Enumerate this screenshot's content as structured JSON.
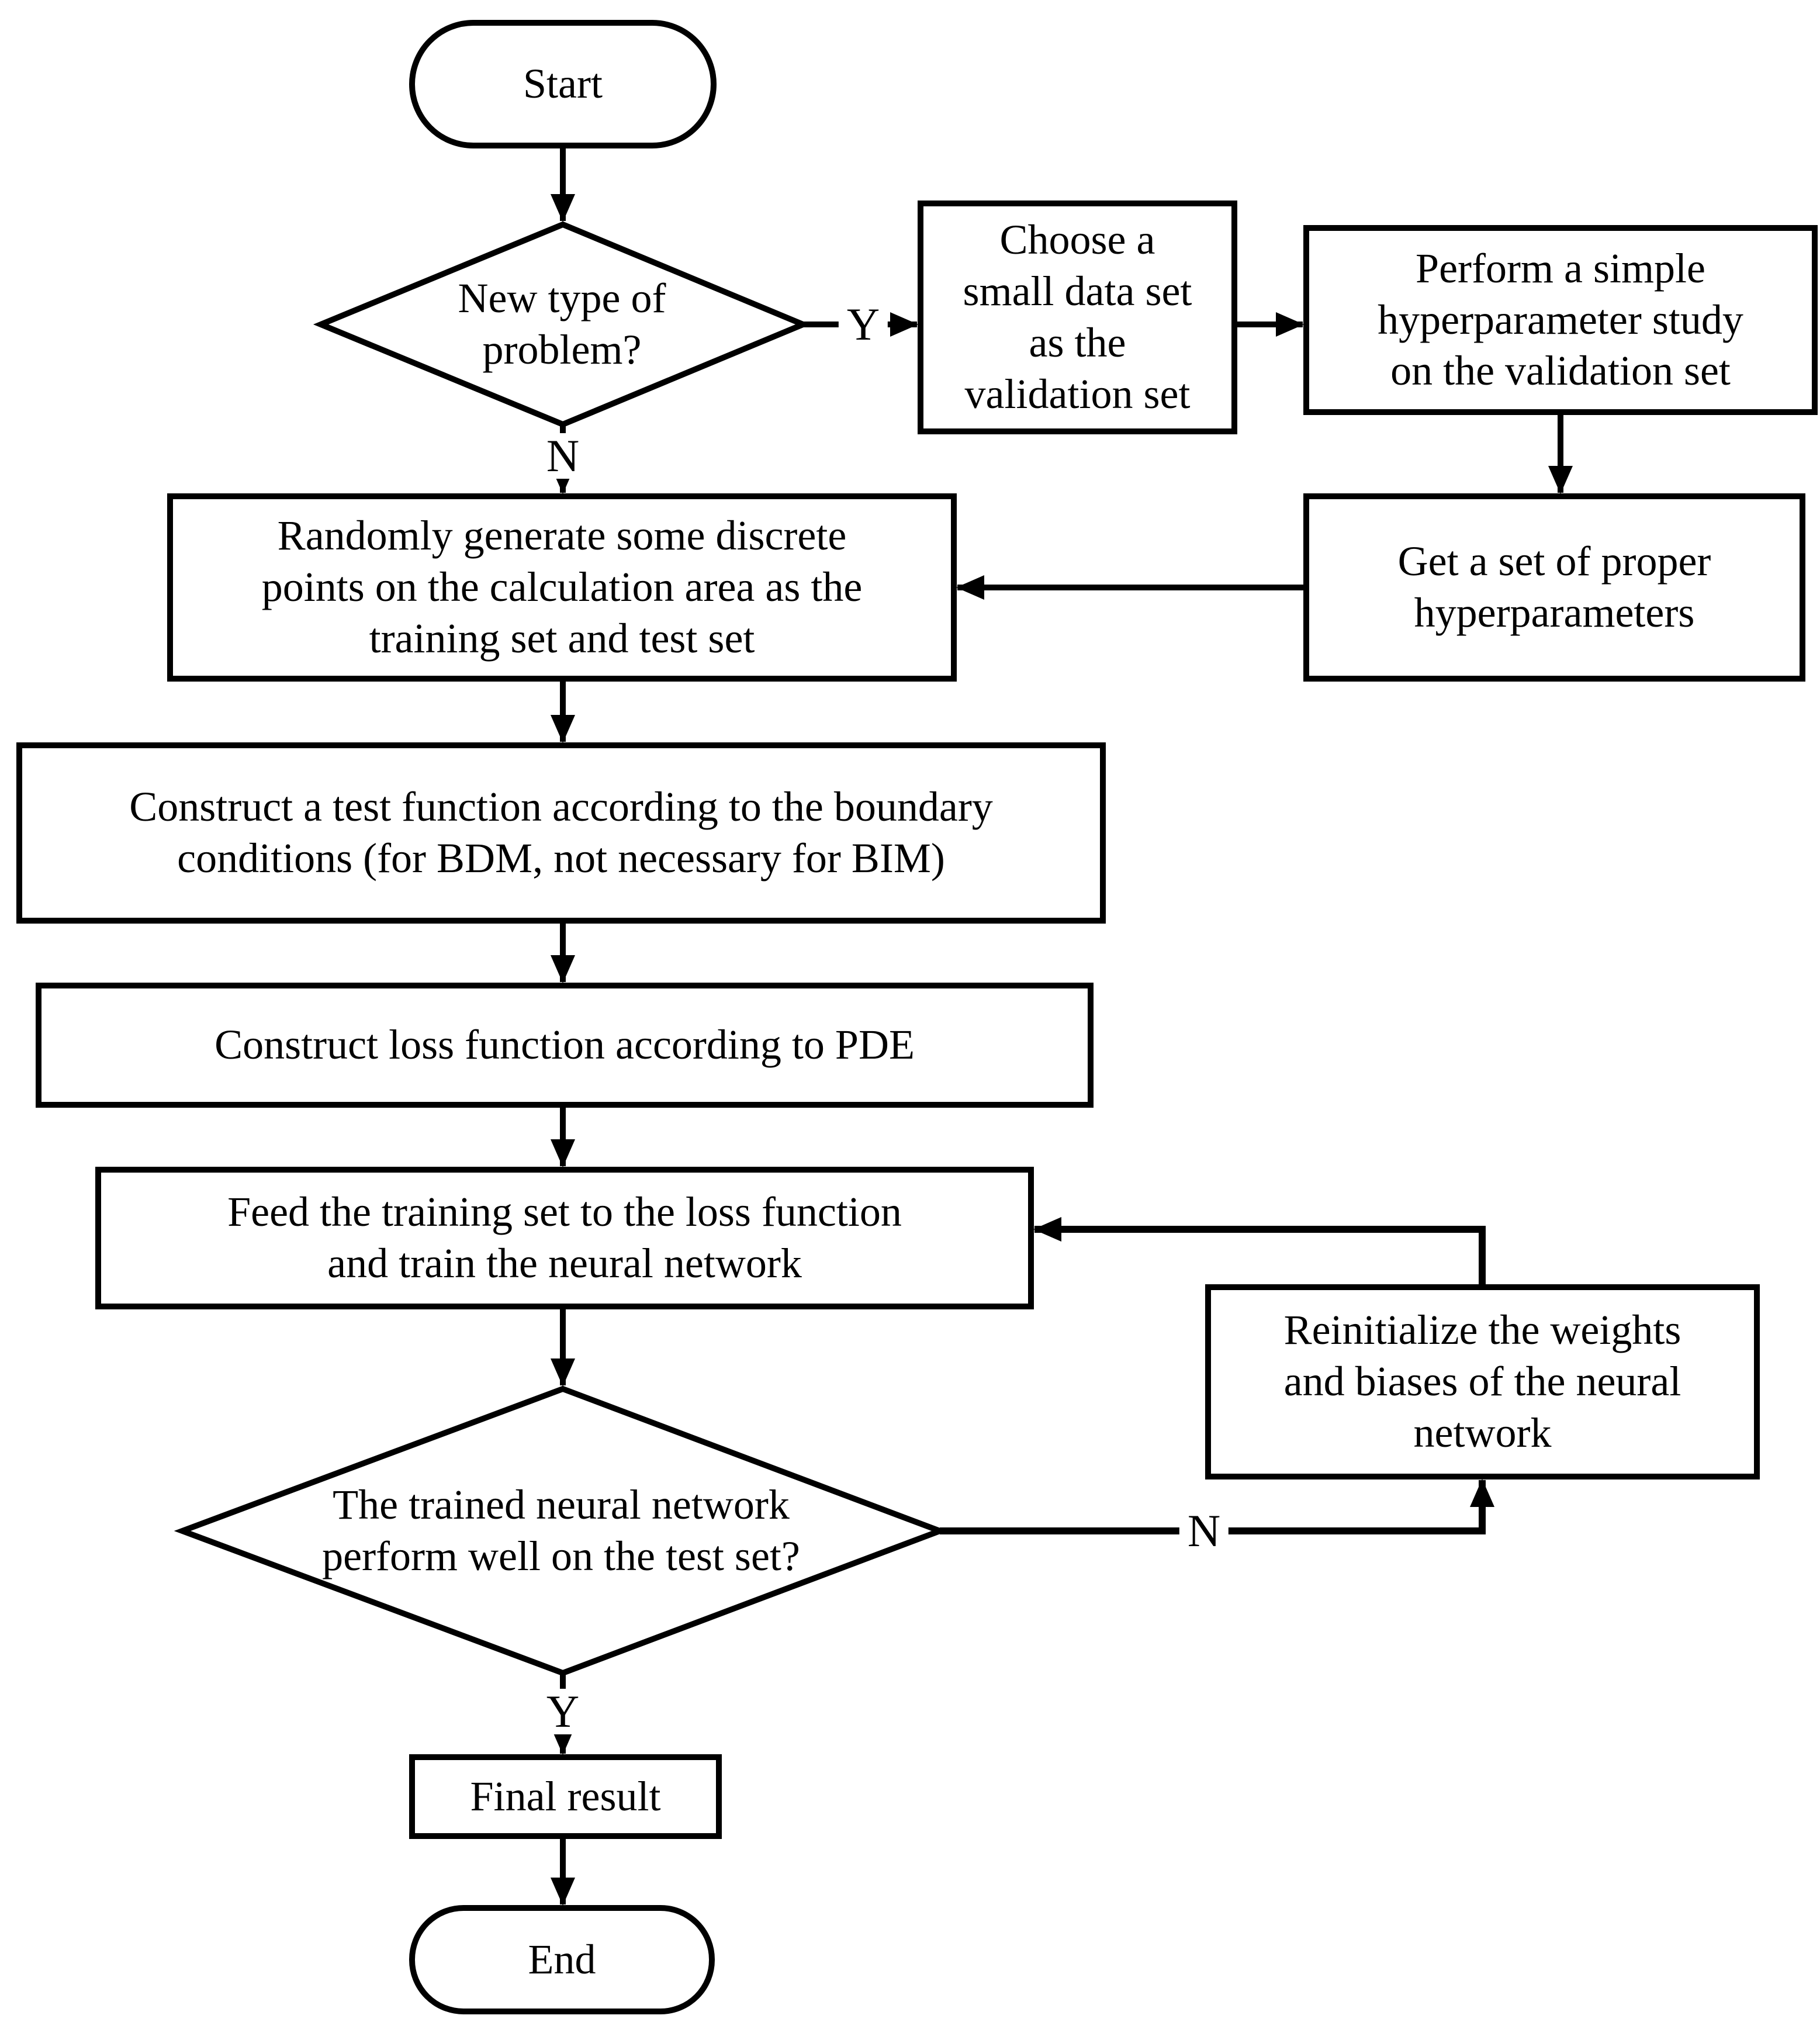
{
  "diagram": {
    "type": "flowchart",
    "colors": {
      "stroke": "#000000",
      "fill": "#ffffff",
      "text": "#000000"
    },
    "nodes": {
      "start": {
        "type": "terminator",
        "label": "Start"
      },
      "new_problem": {
        "type": "decision",
        "label": "New type of\nproblem?"
      },
      "choose_validation": {
        "type": "process",
        "label": "Choose a\nsmall data set\nas the\nvalidation set"
      },
      "hyperparameter_study": {
        "type": "process",
        "label": "Perform a simple\nhyperparameter study\non the validation set"
      },
      "get_hyperparameters": {
        "type": "process",
        "label": "Get a set of proper\nhyperparameters"
      },
      "generate_points": {
        "type": "process",
        "label": "Randomly generate some discrete\npoints on the calculation area as the\ntraining set and test set"
      },
      "construct_test_function": {
        "type": "process",
        "label": "Construct a test function according to the boundary\nconditions (for BDM, not necessary for BIM)"
      },
      "construct_loss_function": {
        "type": "process",
        "label": "Construct loss function according to PDE"
      },
      "train_network": {
        "type": "process",
        "label": "Feed the training set to the loss function\nand train the neural network"
      },
      "perform_well": {
        "type": "decision",
        "label": "The trained neural network\nperform well on the test set?"
      },
      "reinitialize": {
        "type": "process",
        "label": "Reinitialize the weights\nand biases of the neural\nnetwork"
      },
      "final_result": {
        "type": "process",
        "label": "Final result"
      },
      "end": {
        "type": "terminator",
        "label": "End"
      }
    },
    "edge_labels": {
      "new_problem_yes": "Y",
      "new_problem_no": "N",
      "perform_well_yes": "Y",
      "perform_well_no": "N"
    }
  }
}
